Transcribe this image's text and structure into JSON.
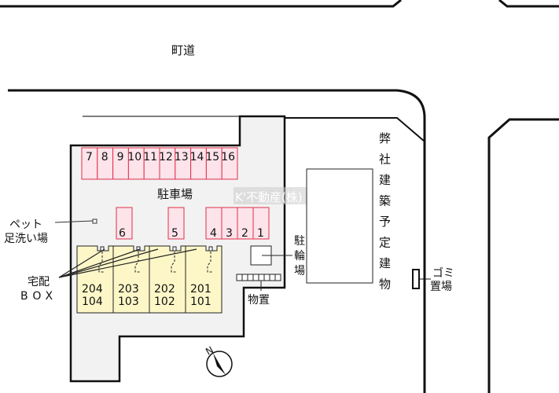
{
  "road_label": "町道",
  "parking_label": "駐車場",
  "watermark": "K'不動産(株)",
  "parking_top": [
    "7",
    "8",
    "9",
    "10",
    "11",
    "12",
    "13",
    "14",
    "15",
    "16"
  ],
  "parking_mid": {
    "six": "6",
    "five": "5",
    "right": [
      "4",
      "3",
      "2",
      "1"
    ]
  },
  "pet_label": [
    "ペット",
    "足洗い場"
  ],
  "box_label": [
    "宅配",
    "BOX"
  ],
  "units": [
    {
      "upper": "204",
      "lower": "104"
    },
    {
      "upper": "203",
      "lower": "103"
    },
    {
      "upper": "202",
      "lower": "102"
    },
    {
      "upper": "201",
      "lower": "101"
    }
  ],
  "bike_label": [
    "駐",
    "輪",
    "場"
  ],
  "storage_label": "物置",
  "planned_label": [
    "弊",
    "社",
    "建",
    "築",
    "予",
    "定",
    "建",
    "物"
  ],
  "garbage_label": [
    "ゴミ",
    "置場"
  ],
  "compass_label": "N",
  "colors": {
    "lot": "#f2f2f2",
    "parking": "#fde3ea",
    "parking_border": "#e0304a",
    "building": "#fdf7c8"
  }
}
